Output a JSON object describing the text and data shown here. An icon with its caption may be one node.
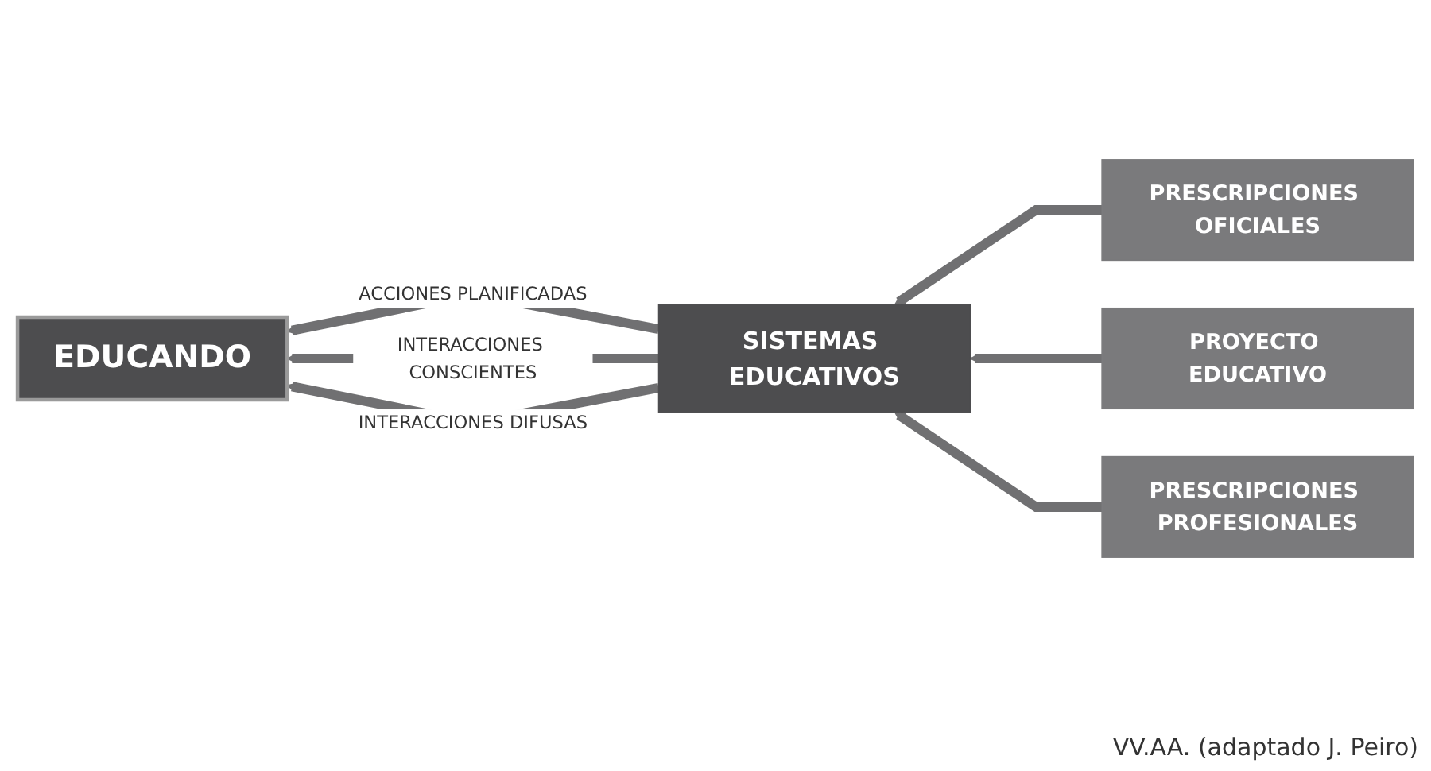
{
  "diagram": {
    "caption": "VV.AA. (adaptado J. Peiro)",
    "nodes": [
      {
        "text": [
          "EDUCANDO"
        ]
      },
      {
        "text": [
          "SISTEMAS EDUCATIVOS"
        ]
      },
      {
        "text": [
          "PRESCRIPCIONES OFICIALES"
        ]
      },
      {
        "text": [
          "PROYECTO EDUCATIVO"
        ]
      },
      {
        "text": [
          "PRESCRIPCIONES PROFESIONALES"
        ]
      }
    ],
    "edges": [
      {
        "from": 2,
        "to": 1,
        "arrow": "to"
      },
      {
        "from": 3,
        "to": 1,
        "arrow": "to"
      },
      {
        "from": 4,
        "to": 1,
        "arrow": "to"
      },
      {
        "from": 1,
        "to": 0,
        "arrow": "to",
        "label": "ACCIONES PLANIFICADAS"
      },
      {
        "from": 1,
        "to": 0,
        "arrow": "to",
        "label": "INTERACCIONES CONSCIENTES"
      },
      {
        "from": 1,
        "to": 0,
        "arrow": "to",
        "label": "INTERACCIONES DIFUSAS"
      }
    ]
  }
}
